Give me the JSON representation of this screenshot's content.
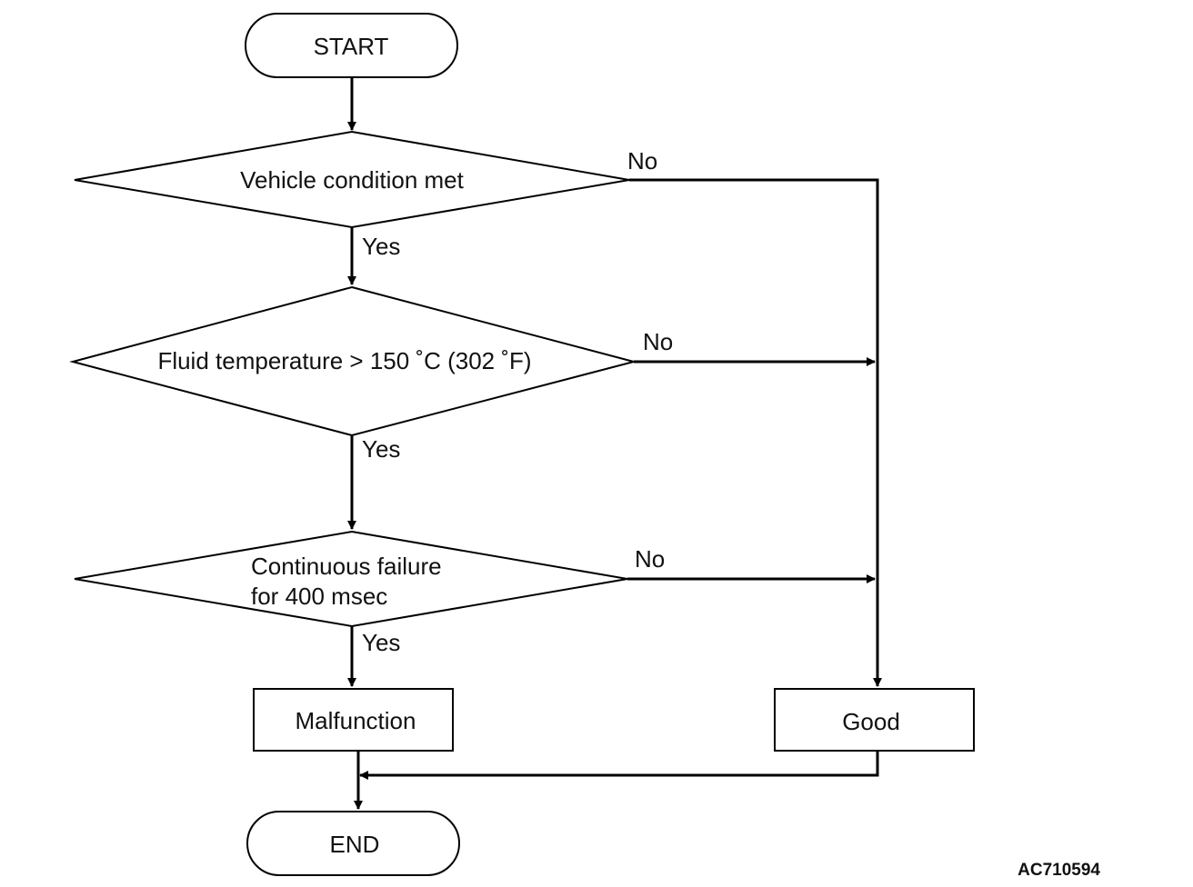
{
  "nodes": {
    "start": "START",
    "vehicle_condition": "Vehicle condition met",
    "fluid_temperature": "Fluid temperature > 150 ˚C (302 ˚F)",
    "continuous_failure_line1": "Continuous failure",
    "continuous_failure_line2": "for 400 msec",
    "malfunction": "Malfunction",
    "good": "Good",
    "end": "END"
  },
  "edges": {
    "yes": "Yes",
    "no": "No"
  },
  "figure_code": "AC710594"
}
